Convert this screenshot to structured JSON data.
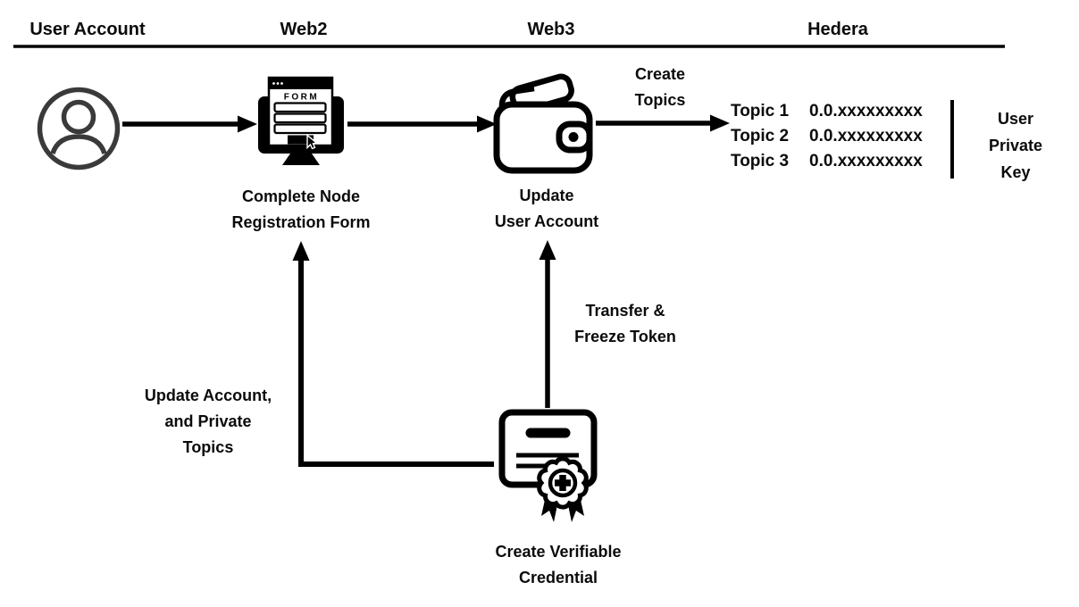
{
  "lanes": {
    "user_account": "User Account",
    "web2": "Web2",
    "web3": "Web3",
    "hedera": "Hedera"
  },
  "nodes": {
    "user": {
      "icon": "user-icon"
    },
    "registration_form": {
      "icon": "form-monitor-icon",
      "screen_title": "FORM",
      "label": "Complete Node\nRegistration Form"
    },
    "wallet": {
      "icon": "wallet-icon",
      "label": "Update\nUser Account"
    },
    "credential": {
      "icon": "certificate-icon",
      "label": "Create Verifiable\nCredential"
    }
  },
  "edges": {
    "create_topics": {
      "label": "Create\nTopics"
    },
    "transfer_freeze": {
      "label": "Transfer &\nFreeze Token"
    },
    "update_account_topics": {
      "label": "Update Account,\nand Private\nTopics"
    }
  },
  "hedera": {
    "topics": [
      {
        "name": "Topic 1",
        "id": "0.0.xxxxxxxxx"
      },
      {
        "name": "Topic 2",
        "id": "0.0.xxxxxxxxx"
      },
      {
        "name": "Topic 3",
        "id": "0.0.xxxxxxxxx"
      }
    ],
    "private_key_label": "User\nPrivate Key"
  },
  "colors": {
    "ink": "#000000",
    "user_icon": "#3a3a3a",
    "background": "#ffffff"
  }
}
